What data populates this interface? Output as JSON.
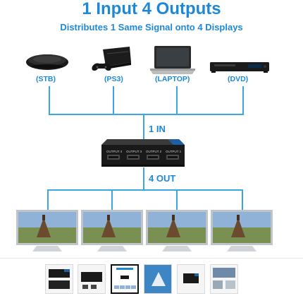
{
  "title": "1 Input 4 Outputs",
  "subtitle": "Distributes 1 Same Signal onto 4 Displays",
  "sources": [
    {
      "label": "(STB)"
    },
    {
      "label": "(PS3)"
    },
    {
      "label": "(LAPTOP)"
    },
    {
      "label": "(DVD)"
    }
  ],
  "input_label": "1 IN",
  "output_label": "4 OUT",
  "switcher": {
    "ports": [
      "OUTPUT 4",
      "OUTPUT 3",
      "OUTPUT 2",
      "OUTPUT 1"
    ]
  },
  "colors": {
    "accent": "#1e88d8",
    "line": "#3aa6e6",
    "device_dark": "#1a1a1a"
  },
  "thumbnails_selected_index": 2
}
